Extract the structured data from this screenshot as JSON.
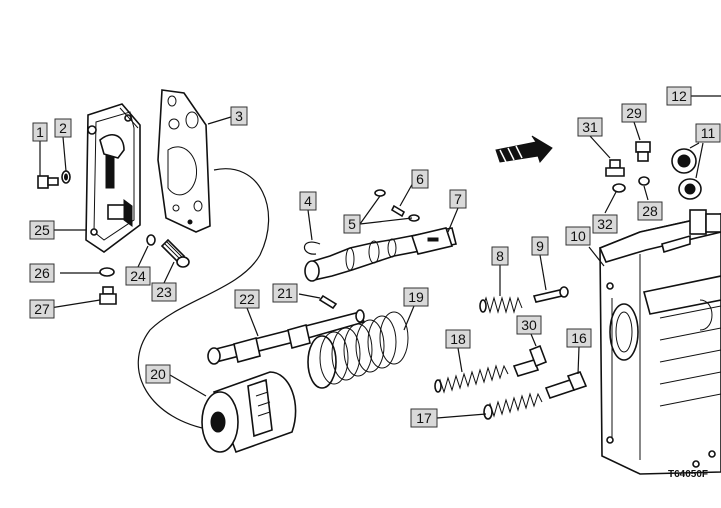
{
  "figure_code": "T64050F",
  "labels": [
    {
      "n": "1"
    },
    {
      "n": "2"
    },
    {
      "n": "3"
    },
    {
      "n": "4"
    },
    {
      "n": "5"
    },
    {
      "n": "6"
    },
    {
      "n": "7"
    },
    {
      "n": "8"
    },
    {
      "n": "9"
    },
    {
      "n": "10"
    },
    {
      "n": "11"
    },
    {
      "n": "12"
    },
    {
      "n": "16"
    },
    {
      "n": "17"
    },
    {
      "n": "18"
    },
    {
      "n": "19"
    },
    {
      "n": "20"
    },
    {
      "n": "21"
    },
    {
      "n": "22"
    },
    {
      "n": "23"
    },
    {
      "n": "24"
    },
    {
      "n": "25"
    },
    {
      "n": "26"
    },
    {
      "n": "27"
    },
    {
      "n": "28"
    },
    {
      "n": "29"
    },
    {
      "n": "30"
    },
    {
      "n": "31"
    },
    {
      "n": "32"
    }
  ]
}
